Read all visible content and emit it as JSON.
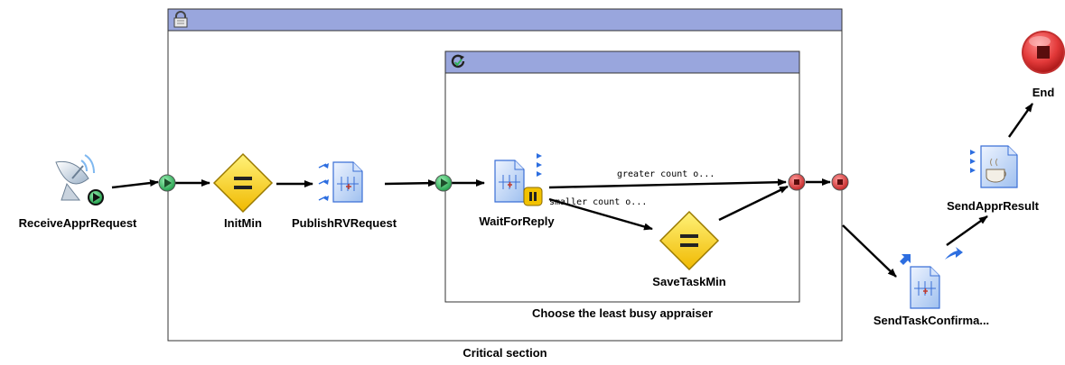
{
  "groups": {
    "critical_section": {
      "label": "Critical section",
      "header_icon": "lock-icon"
    },
    "least_busy": {
      "label": "Choose the least busy appraiser",
      "header_icon": "loop-refresh-icon"
    }
  },
  "nodes": {
    "receive": {
      "label": "ReceiveApprRequest",
      "icon": "satellite-dish-icon"
    },
    "init_min": {
      "label": "InitMin",
      "icon": "assign-diamond-icon"
    },
    "publish": {
      "label": "PublishRVRequest",
      "icon": "publish-document-icon"
    },
    "wait": {
      "label": "WaitForReply",
      "icon": "wait-document-icon"
    },
    "save_task": {
      "label": "SaveTaskMin",
      "icon": "assign-diamond-icon"
    },
    "send_task": {
      "label": "SendTaskConfirma...",
      "icon": "send-document-icon"
    },
    "send_appr": {
      "label": "SendApprResult",
      "icon": "reply-coffee-document-icon"
    },
    "end": {
      "label": "End",
      "icon": "stop-icon"
    }
  },
  "edges": {
    "greater": {
      "label": "greater count o..."
    },
    "smaller": {
      "label": "smaller count o..."
    }
  },
  "colors": {
    "group_header": "#99a6dd",
    "group_border": "#333333",
    "start_green": "#2fb35a",
    "end_red": "#d03a3a",
    "diamond_yellow": "#f7d51a",
    "doc_blue": "#3a6fd6"
  }
}
